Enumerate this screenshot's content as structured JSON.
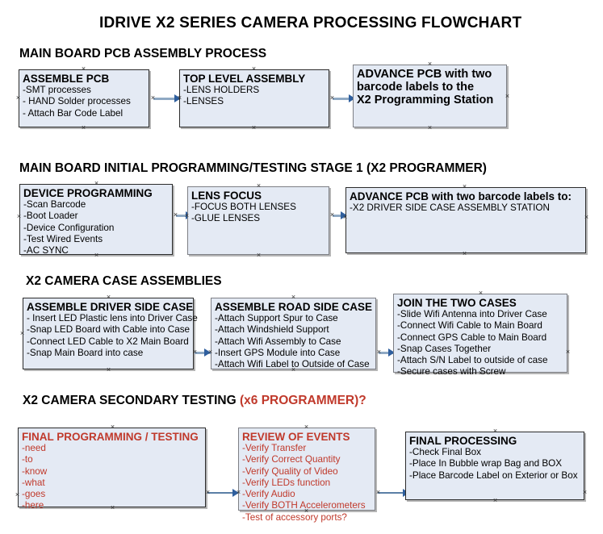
{
  "document": {
    "title": "IDRIVE X2  SERIES CAMERA PROCESSING FLOWCHART"
  },
  "sections": [
    {
      "id": "main-board-pcb-assembly-process",
      "heading": "MAIN BOARD PCB ASSEMBLY PROCESS",
      "heading_red": ""
    },
    {
      "id": "main-board-initial-programming",
      "heading": "MAIN BOARD INITIAL PROGRAMMING/TESTING STAGE 1 (X2 PROGRAMMER)",
      "heading_red": ""
    },
    {
      "id": "x2-camera-case-assemblies",
      "heading": "X2 CAMERA CASE ASSEMBLIES",
      "heading_red": ""
    },
    {
      "id": "x2-camera-secondary-testing",
      "heading": "X2 CAMERA SECONDARY TESTING ",
      "heading_red": "(x6 PROGRAMMER)?"
    }
  ],
  "nodes": {
    "assemble_pcb": {
      "title": "ASSEMBLE PCB",
      "lines": [
        "-SMT processes",
        "- HAND Solder processes",
        "- Attach Bar Code Label"
      ]
    },
    "top_level_assembly": {
      "title": "TOP LEVEL ASSEMBLY",
      "lines": [
        "-LENS HOLDERS",
        "-LENSES"
      ]
    },
    "advance_pcb_station": {
      "title": "ADVANCE PCB with two",
      "title_line2": "barcode labels to the",
      "title_line3": " X2 Programming Station",
      "lines": []
    },
    "device_programming": {
      "title": "DEVICE PROGRAMMING",
      "lines": [
        "-Scan Barcode",
        "-Boot Loader",
        "-Device Configuration",
        "-Test Wired Events",
        "-AC SYNC"
      ]
    },
    "lens_focus": {
      "title": "LENS FOCUS",
      "lines": [
        "-FOCUS BOTH LENSES",
        "-GLUE LENSES"
      ]
    },
    "advance_pcb_driver_side": {
      "title": "ADVANCE PCB with two barcode labels to:",
      "lines": [
        "-X2 DRIVER  SIDE  CASE  ASSEMBLY STATION"
      ]
    },
    "assemble_driver_side_case": {
      "title": "ASSEMBLE DRIVER SIDE CASE",
      "lines": [
        "- Insert LED Plastic lens into Driver Case",
        "-Snap LED Board with Cable into Case",
        "-Connect LED Cable to X2 Main Board",
        "-Snap Main Board into case"
      ]
    },
    "assemble_road_side_case": {
      "title": "ASSEMBLE ROAD SIDE CASE",
      "lines": [
        "-Attach Support Spur to Case",
        "-Attach Windshield Support",
        "-Attach Wifi Assembly to Case",
        "-Insert GPS Module into Case",
        "-Attach Wifi Label to Outside of Case"
      ]
    },
    "join_the_two_cases": {
      "title": "JOIN THE TWO CASES",
      "lines": [
        "-Slide Wifi Antenna into Driver Case",
        "-Connect Wifi Cable to Main Board",
        "-Connect GPS Cable to Main Board",
        "-Snap Cases Together",
        "-Attach S/N Label to outside of case",
        "-Secure cases with Screw"
      ]
    },
    "final_programming_testing": {
      "title": "FINAL PROGRAMMING / TESTING",
      "lines": [
        "-need",
        "-to",
        "-know",
        "-what",
        "-goes",
        "-here"
      ]
    },
    "review_of_events": {
      "title": "REVIEW OF EVENTS",
      "lines": [
        "-Verify Transfer",
        "-Verify Correct Quantity",
        "-Verify Quality of Video",
        "-Verify LEDs function",
        "-Verify Audio",
        "-Verify BOTH Accelerometers"
      ],
      "overflow_line": "-Test of accessory ports?"
    },
    "final_processing": {
      "title": "FINAL PROCESSING",
      "lines": [
        "-Check Final Box",
        "-Place In Bubble wrap Bag and BOX",
        "-Place Barcode Label on Exterior or Box"
      ]
    }
  },
  "colors": {
    "box_fill": "#e4eaf4",
    "box_border": "#2b2b2b",
    "connector": "#8fa9c4",
    "arrow": "#2f5f9e",
    "red_text": "#c0392b",
    "text": "#000000"
  }
}
